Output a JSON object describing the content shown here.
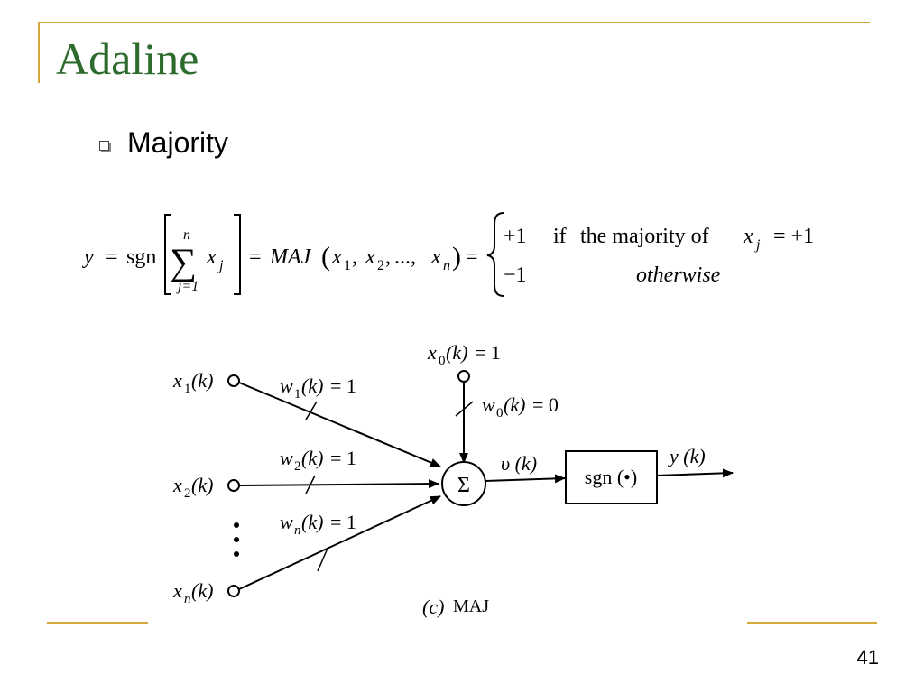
{
  "slide": {
    "title": "Adaline",
    "bullet": "Majority",
    "page_number": "41"
  },
  "formula": {
    "y": "y",
    "equals": "=",
    "sgn": "sgn",
    "sum_upper": "n",
    "sum_lower": "j=1",
    "sigma": "∑",
    "xj": "x",
    "xj_sub": "j",
    "maj": "MAJ",
    "args_x": "x",
    "sub_1": "1",
    "sub_2": "2",
    "sub_n": "n",
    "comma": ",",
    "ellipsis": "...,",
    "case_plus": "+1",
    "case_minus": "−1",
    "case_if": "if",
    "case_cond": "the majority of",
    "case_rhs": "= +1",
    "case_otherwise": "otherwise"
  },
  "diagram": {
    "inputs": {
      "x1": "x",
      "x1_sub": "1",
      "x2": "x",
      "x2_sub": "2",
      "xn": "x",
      "xn_sub": "n",
      "x0": "x",
      "x0_sub": "0",
      "k_arg": "(k)",
      "x0_value": "= 1"
    },
    "weights": {
      "w": "w",
      "w1_sub": "1",
      "w2_sub": "2",
      "wn_sub": "n",
      "w0_sub": "0",
      "k_arg": "(k)",
      "one": "= 1",
      "zero": "= 0"
    },
    "summer_symbol": "Σ",
    "v_label": "υ (k)",
    "sgn_block": "sgn (•)",
    "y_label": "y (k)",
    "caption_letter": "(c)",
    "caption_text": "MAJ"
  }
}
